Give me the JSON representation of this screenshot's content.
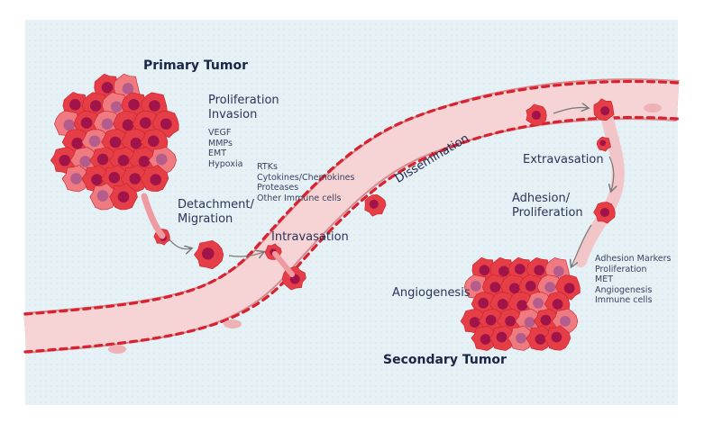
{
  "titles": {
    "primary_tumor": "Primary Tumor",
    "secondary_tumor": "Secondary Tumor"
  },
  "stages": {
    "proliferation_invasion": [
      "Proliferation",
      "Invasion"
    ],
    "detachment_migration": [
      "Detachment/",
      "Migration"
    ],
    "intravasation": "Intravasation",
    "dissemination": "Dissemination",
    "extravasation": "Extravasation",
    "adhesion_proliferation": [
      "Adhesion/",
      "Proliferation"
    ],
    "angiogenesis": "Angiogenesis"
  },
  "factors": {
    "invasion": [
      "VEGF",
      "MMPs",
      "EMT",
      "Hypoxia"
    ],
    "circulation": [
      "RTKs",
      "Cytokines/Chemokines",
      "Proteases",
      "Other Immune cells"
    ],
    "colonization": [
      "Adhesion Markers",
      "Proliferation",
      "MET",
      "Angiogenesis",
      "Immune cells"
    ]
  },
  "colors": {
    "background": "#e6f1f6",
    "vessel_fill": "#f6d3d4",
    "vessel_outline": "#d98a8f",
    "endothelial": "#d8222f",
    "tumor_cell": "#e53e46",
    "tumor_cell_light": "#ef7a80",
    "nucleus": "#a0144a",
    "arrow": "#777777"
  }
}
